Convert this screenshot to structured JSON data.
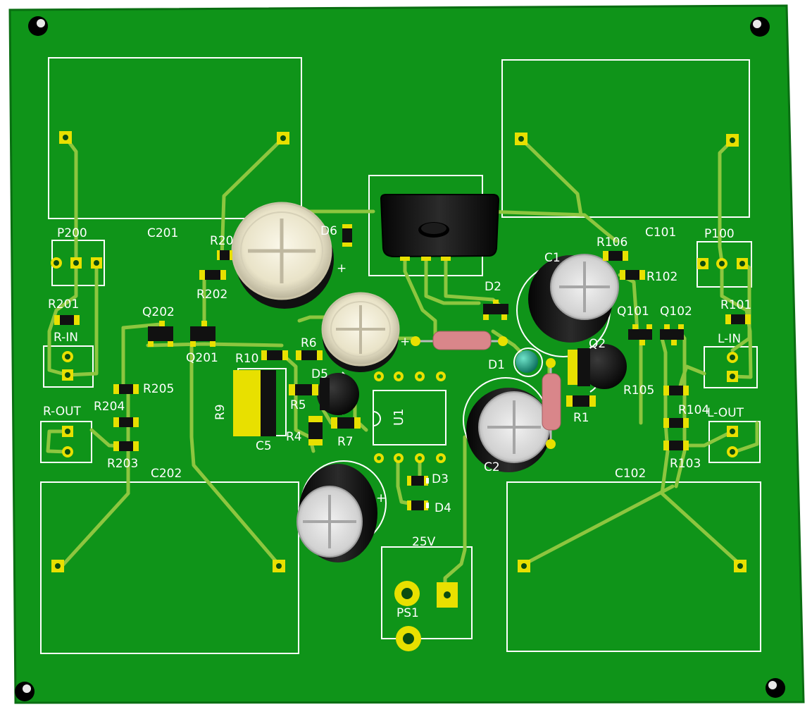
{
  "board": {
    "colors": {
      "pcb": "#0f9419",
      "pcb_edge": "#0a6e12",
      "trace": "#8dc63f",
      "silk": "#ffffff",
      "pad": "#e8e000",
      "smd_body": "#111111",
      "resistor_body": "#d9868a",
      "led": "#12a08a"
    },
    "labels": {
      "p200": "P200",
      "c201": "C201",
      "r20x": "R20",
      "d6": "D6",
      "c101": "C101",
      "p100": "P100",
      "r202": "R202",
      "r106": "R106",
      "c1": "C1",
      "r102": "R102",
      "r201": "R201",
      "q202": "Q202",
      "d2": "D2",
      "q101": "Q101",
      "q102": "Q102",
      "r101": "R101",
      "r_in": "R-IN",
      "l_in": "L-IN",
      "r10": "R10",
      "r6": "R6",
      "q201": "Q201",
      "q2": "Q2",
      "d1": "D1",
      "d5": "D5",
      "r205": "R205",
      "r105": "R105",
      "r204": "R204",
      "r9": "R9",
      "r5": "R5",
      "u1": "U1",
      "r1": "R1",
      "r104": "R104",
      "r_out": "R-OUT",
      "l_out": "L-OUT",
      "r4": "R4",
      "r7": "R7",
      "c5": "C5",
      "r203": "R203",
      "c202": "C202",
      "c2": "C2",
      "r103": "R103",
      "c102": "C102",
      "d3": "D3",
      "d4": "D4",
      "v25": "25V",
      "ps1": "PS1"
    }
  }
}
